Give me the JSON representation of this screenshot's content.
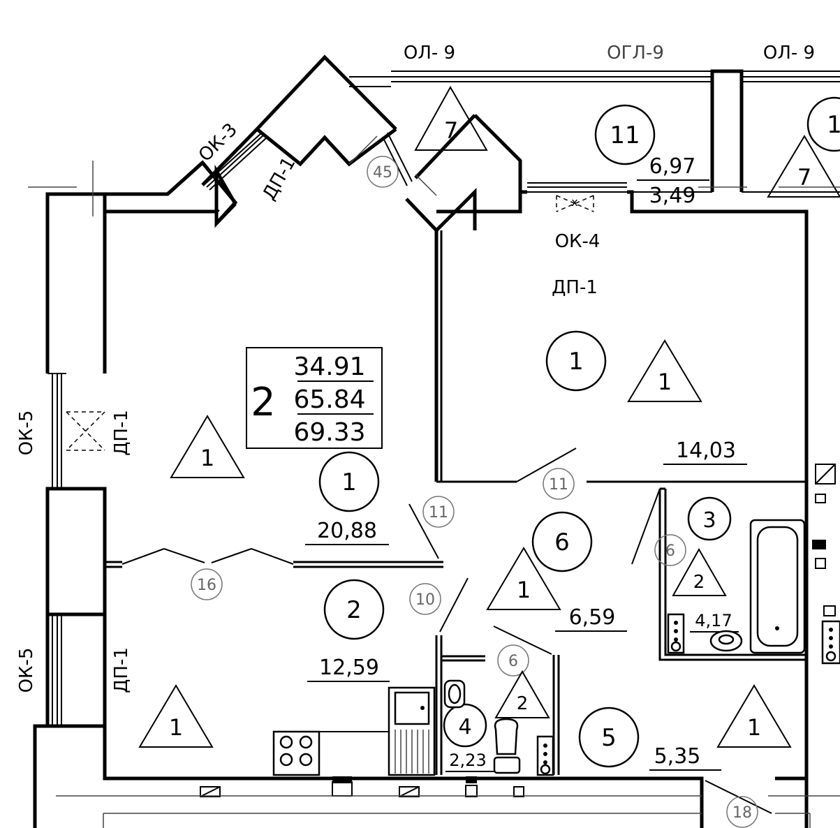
{
  "windows": {
    "ol9_left": "ОЛ- 9",
    "ogl9": "ОГЛ-9",
    "ol9_right": "ОЛ- 9",
    "ok3": "ОК-3",
    "ok4": "ОК-4",
    "ok5_top": "ОК-5",
    "ok5_bottom": "ОК-5"
  },
  "doors": {
    "dp1_diag": "ДП-1",
    "dp1_top": "ДП-1",
    "dp1_left_top": "ДП-1",
    "dp1_left_bottom": "ДП-1"
  },
  "summary": {
    "apartment_rooms": "2",
    "living_area": "34.91",
    "total_area": "65.84",
    "total_with_balcony": "69.33"
  },
  "rooms": [
    {
      "number": "1",
      "area": "20,88"
    },
    {
      "number": "1",
      "area": "14,03"
    },
    {
      "number": "2",
      "area": "12,59"
    },
    {
      "number": "3",
      "area": "4,17"
    },
    {
      "number": "4",
      "area": "2,23"
    },
    {
      "number": "5",
      "area": "5,35"
    },
    {
      "number": "6",
      "area": "6,59"
    },
    {
      "number": "11",
      "area": "6,97",
      "area_reduced": "3,49"
    }
  ],
  "finish_markers": [
    "7",
    "7",
    "1",
    "1",
    "1",
    "1",
    "2",
    "2",
    "1"
  ],
  "door_markers": [
    "45",
    "11",
    "11",
    "16",
    "10",
    "6",
    "6",
    "18"
  ],
  "partial_room_number": "1"
}
